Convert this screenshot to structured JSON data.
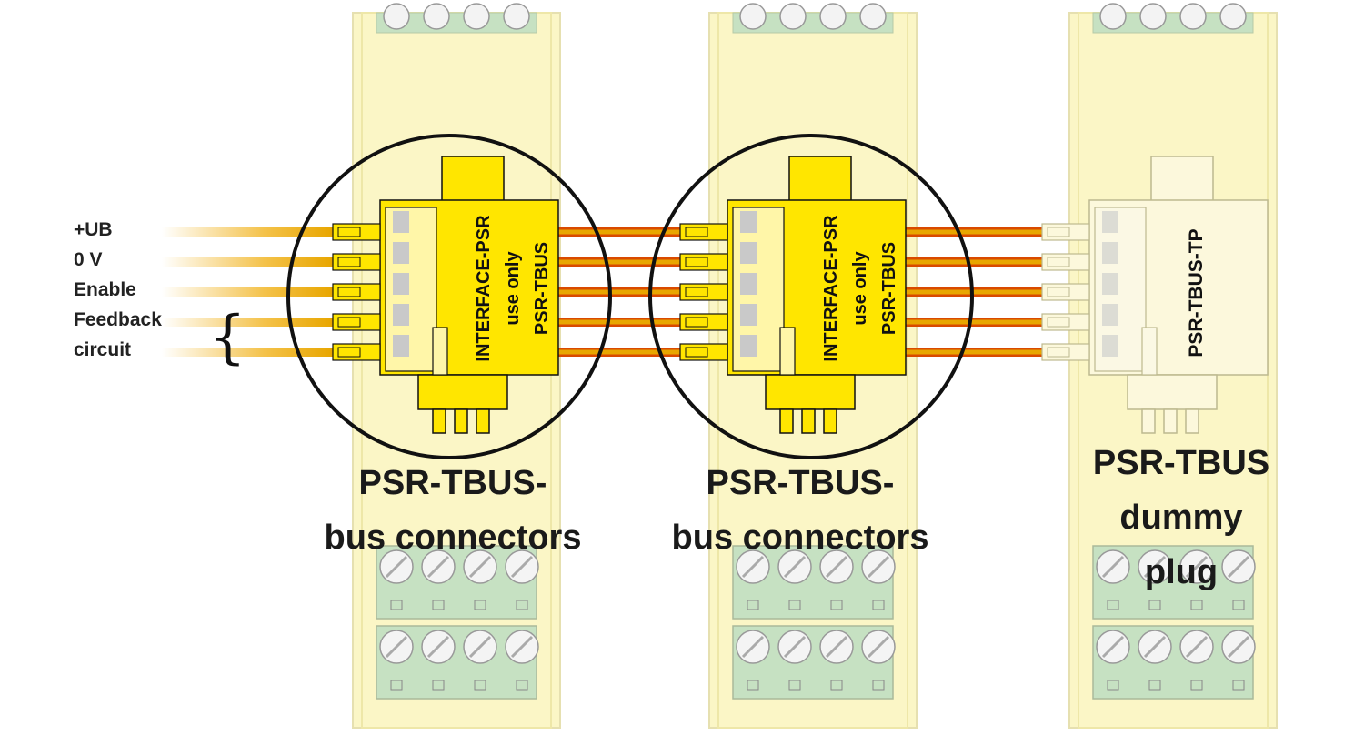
{
  "signals": [
    "+UB",
    "0 V",
    "Enable",
    "Feedback",
    "circuit"
  ],
  "connector_text": [
    "INTERFACE-PSR",
    "use only",
    "PSR-TBUS"
  ],
  "module_captions": [
    [
      "PSR-TBUS-",
      "bus connectors"
    ],
    [
      "PSR-TBUS-",
      "bus connectors"
    ]
  ],
  "dummy_plug_label": "PSR-TBUS-TP",
  "dummy_caption": [
    "PSR-TBUS",
    "dummy",
    "plug"
  ],
  "bracket_symbol": "{",
  "colors": {
    "module_body": "#fbf6c6",
    "terminal_green": "#c6e1c2",
    "connector_yellow": "#ffe600",
    "wire_core": "#e8a600",
    "wire_edge": "#d94a00",
    "outline": "#111111"
  }
}
